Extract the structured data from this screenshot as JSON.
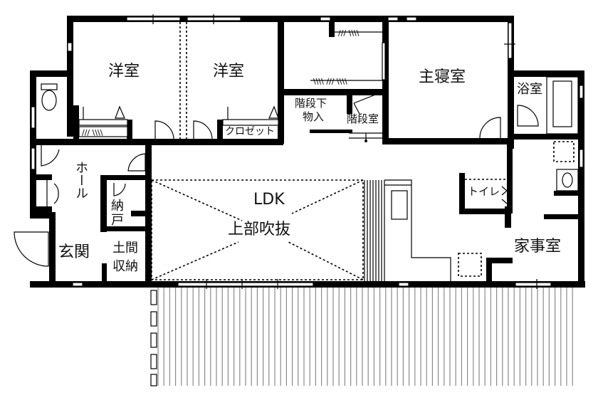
{
  "plan": {
    "type": "floor-plan",
    "rooms": {
      "western_room_1": "洋室",
      "western_room_2": "洋室",
      "closet": "クロゼット",
      "master_bedroom": "主寝室",
      "under_stair_storage": "階段下\n物入",
      "under_stair_storage_line1": "階段下",
      "under_stair_storage_line2": "物入",
      "stair_room": "階段室",
      "bathroom": "浴室",
      "hall": "ホール",
      "pantry_line1": "納",
      "pantry_line2": "戸",
      "entrance": "玄関",
      "doma_storage_line1": "土間",
      "doma_storage_line2": "収納",
      "ldk": "LDK",
      "ldk_sub": "上部吹抜",
      "toilet": "トイレ",
      "utility_room": "家事室"
    },
    "colors": {
      "wall": "#000000",
      "background": "#ffffff",
      "deck_lines": "#8a8a8a"
    }
  }
}
